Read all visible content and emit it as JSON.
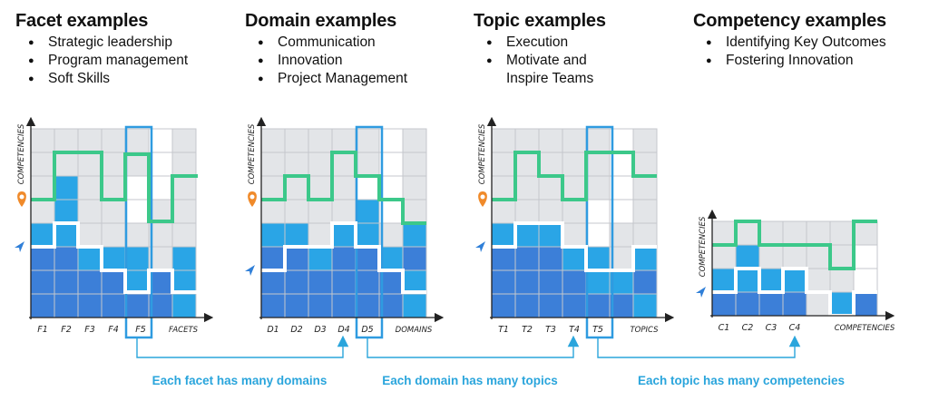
{
  "columns": [
    {
      "title": "Facet examples",
      "items": [
        "Strategic leadership",
        "Program management",
        "Soft Skills"
      ]
    },
    {
      "title": "Domain examples",
      "items": [
        "Communication",
        "Innovation",
        "Project Management"
      ]
    },
    {
      "title": "Topic examples",
      "items": [
        "Execution",
        "Motivate and Inspire Teams"
      ]
    },
    {
      "title": "Competency examples",
      "items": [
        "Identifying Key Outcomes",
        "Fostering Innovation"
      ]
    }
  ],
  "charts": [
    {
      "ylabel": "COMPETENCIES",
      "x_labels": [
        "F1",
        "F2",
        "F3",
        "F4",
        "F5"
      ],
      "x_axis_label": "FACETS"
    },
    {
      "ylabel": "COMPETENCIES",
      "x_labels": [
        "D1",
        "D2",
        "D3",
        "D4",
        "D5"
      ],
      "x_axis_label": "DOMAINS"
    },
    {
      "ylabel": "COMPETENCIES",
      "x_labels": [
        "T1",
        "T2",
        "T3",
        "T4",
        "T5"
      ],
      "x_axis_label": "TOPICS"
    },
    {
      "ylabel": "COMPETENCIES",
      "x_labels": [
        "C1",
        "C2",
        "C3",
        "C4"
      ],
      "x_axis_label": "COMPETENCIES"
    }
  ],
  "connectors": [
    "Each facet has many domains",
    "Each domain has many topics",
    "Each topic has many competencies"
  ],
  "colors": {
    "dark_blue": "#3c7fd8",
    "mid_blue": "#2aa5e6",
    "light_grey": "#e3e5e8",
    "grid_line": "#c4c7cc",
    "green_line": "#3cc88a",
    "white_line": "#ffffff",
    "highlight": "#2f9be0",
    "accent_text": "#2aa5dc",
    "location_pin": "#f08a2a",
    "cursor_arrow": "#2f7fd8"
  }
}
